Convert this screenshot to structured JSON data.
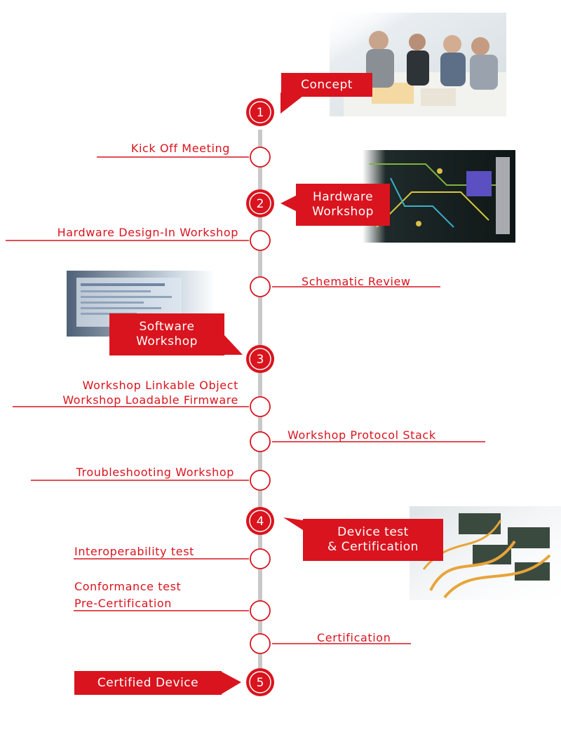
{
  "colors": {
    "accent": "#d9141e",
    "line": "#c8c8c8",
    "text_on_accent": "#ffffff"
  },
  "milestones": [
    {
      "number": "1",
      "label": "Concept"
    },
    {
      "number": "2",
      "label": "Hardware\nWorkshop"
    },
    {
      "number": "3",
      "label": "Software\nWorkshop"
    },
    {
      "number": "4",
      "label": "Device test\n& Certification"
    },
    {
      "number": "5",
      "label": "Certified Device"
    }
  ],
  "steps": {
    "kick_off": "Kick Off Meeting",
    "hw_design_in": "Hardware Design-In Workshop",
    "schematic_review": "Schematic Review",
    "linkable_object": "Workshop Linkable Object",
    "loadable_firmware": "Workshop Loadable Firmware",
    "protocol_stack": "Workshop Protocol Stack",
    "troubleshooting": "Troubleshooting Workshop",
    "interoperability": "Interoperability test",
    "conformance": "Conformance test",
    "pre_certification": "Pre-Certification",
    "certification": "Certification"
  },
  "images": [
    "team-meeting-photo",
    "circuit-board-photo",
    "software-screen-photo",
    "device-test-photo"
  ]
}
